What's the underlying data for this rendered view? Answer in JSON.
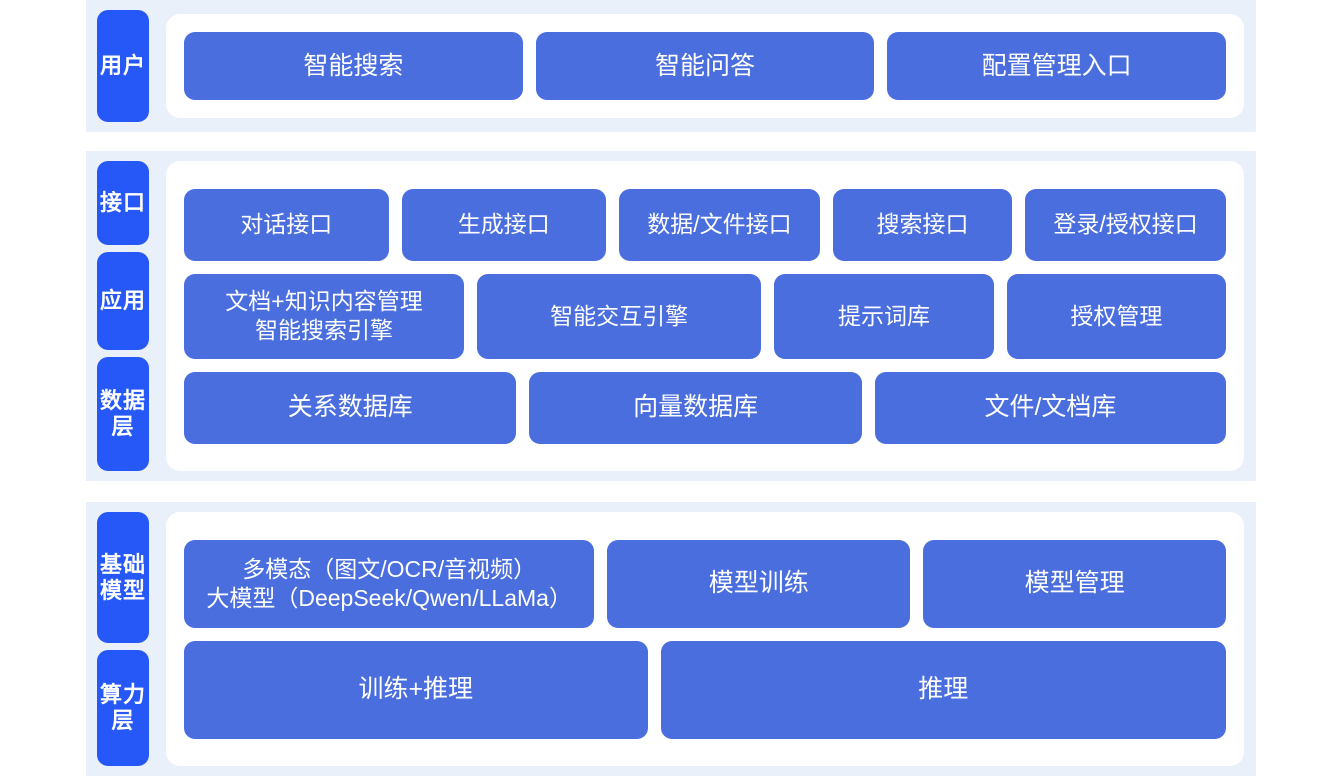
{
  "theme": {
    "band_bg": "#eaf0f9",
    "panel_bg": "#ffffff",
    "label_blue": "#2558f6",
    "card_blue": "#4a6ede",
    "card_text": "#ffffff",
    "page_bg": "#ffffff"
  },
  "sections": [
    {
      "id": "users",
      "labels": [
        {
          "id": "user",
          "text": "用户"
        }
      ],
      "rows": [
        {
          "id": "user-entries",
          "cards": [
            {
              "id": "smart-search",
              "text": "智能搜索",
              "flex": 1
            },
            {
              "id": "smart-qa",
              "text": "智能问答",
              "flex": 1
            },
            {
              "id": "config-management-entry",
              "text": "配置管理入口",
              "flex": 1
            }
          ]
        }
      ]
    },
    {
      "id": "middle",
      "labels": [
        {
          "id": "interface",
          "text": "接口"
        },
        {
          "id": "application",
          "text": "应用"
        },
        {
          "id": "data-layer",
          "text": "数据层"
        }
      ],
      "rows": [
        {
          "id": "interface-row",
          "cards": [
            {
              "id": "dialog-api",
              "text": "对话接口",
              "flex": 1.02
            },
            {
              "id": "generation-api",
              "text": "生成接口",
              "flex": 1.02
            },
            {
              "id": "data-file-api",
              "text": "数据/文件接口",
              "flex": 1.0
            },
            {
              "id": "search-api",
              "text": "搜索接口",
              "flex": 0.88
            },
            {
              "id": "login-auth-api",
              "text": "登录/授权接口",
              "flex": 1.0
            }
          ]
        },
        {
          "id": "application-row",
          "cards": [
            {
              "id": "doc-knowledge-and-search-engine",
              "text": "文档+知识内容管理\n智能搜索引擎",
              "flex": 1.2
            },
            {
              "id": "smart-interaction-engine",
              "text": "智能交互引擎",
              "flex": 1.22
            },
            {
              "id": "prompt-library",
              "text": "提示词库",
              "flex": 0.92
            },
            {
              "id": "authorization-management",
              "text": "授权管理",
              "flex": 0.92
            }
          ]
        },
        {
          "id": "data-row",
          "cards": [
            {
              "id": "relational-database",
              "text": "关系数据库",
              "flex": 1
            },
            {
              "id": "vector-database",
              "text": "向量数据库",
              "flex": 1
            },
            {
              "id": "file-document-store",
              "text": "文件/文档库",
              "flex": 1.06
            }
          ]
        }
      ]
    },
    {
      "id": "base",
      "labels": [
        {
          "id": "foundation-model",
          "text": "基础模型"
        },
        {
          "id": "compute-layer",
          "text": "算力层"
        }
      ],
      "rows": [
        {
          "id": "model-row",
          "cards": [
            {
              "id": "multimodal-llm",
              "text": "多模态（图文/OCR/音视频）\n大模型（DeepSeek/Qwen/LLaMa）",
              "flex": 1.38
            },
            {
              "id": "model-training",
              "text": "模型训练",
              "flex": 1.0
            },
            {
              "id": "model-management",
              "text": "模型管理",
              "flex": 1.0
            }
          ]
        },
        {
          "id": "compute-row",
          "cards": [
            {
              "id": "train-and-infer",
              "text": "训练+推理",
              "flex": 1
            },
            {
              "id": "infer",
              "text": "推理",
              "flex": 1.23
            }
          ]
        }
      ]
    }
  ]
}
